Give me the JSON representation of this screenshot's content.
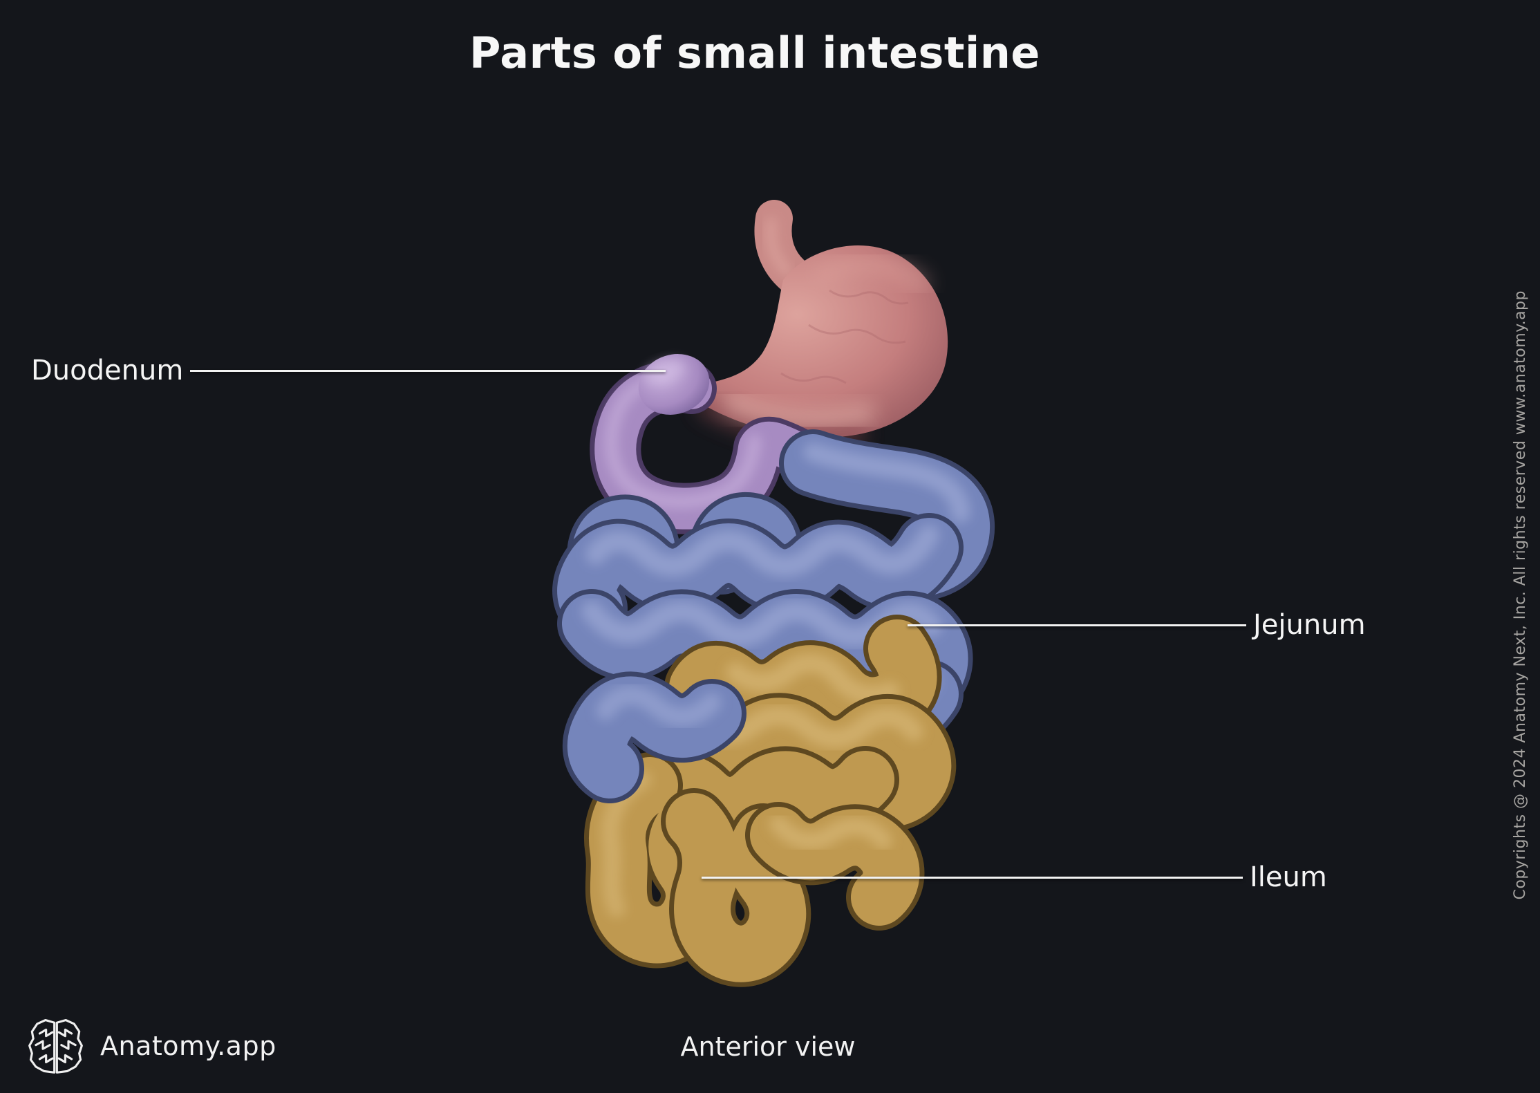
{
  "page": {
    "title": "Parts of small intestine",
    "view_caption": "Anterior view",
    "background_color": "#14161b",
    "text_color": "#f5f5f5"
  },
  "branding": {
    "app_name": "Anatomy.app",
    "logo": "brain-icon",
    "copyright": "Copyrights @ 2024 Anatomy Next, Inc. All rights reserved www.anatomy.app"
  },
  "figure": {
    "description": "3D anterior view of the stomach and small intestine with color-highlighted parts",
    "parts": [
      {
        "label": "Duodenum",
        "color": "#a78bc2",
        "label_side": "left"
      },
      {
        "label": "Jejunum",
        "color": "#7585bb",
        "label_side": "right"
      },
      {
        "label": "Ileum",
        "color": "#bf9950",
        "label_side": "right"
      }
    ],
    "unlabeled_structures": [
      {
        "name": "stomach",
        "color": "#c47e7e"
      },
      {
        "name": "esophagus",
        "color": "#c98a87"
      }
    ],
    "leader_line_color": "#f2f2f2"
  }
}
